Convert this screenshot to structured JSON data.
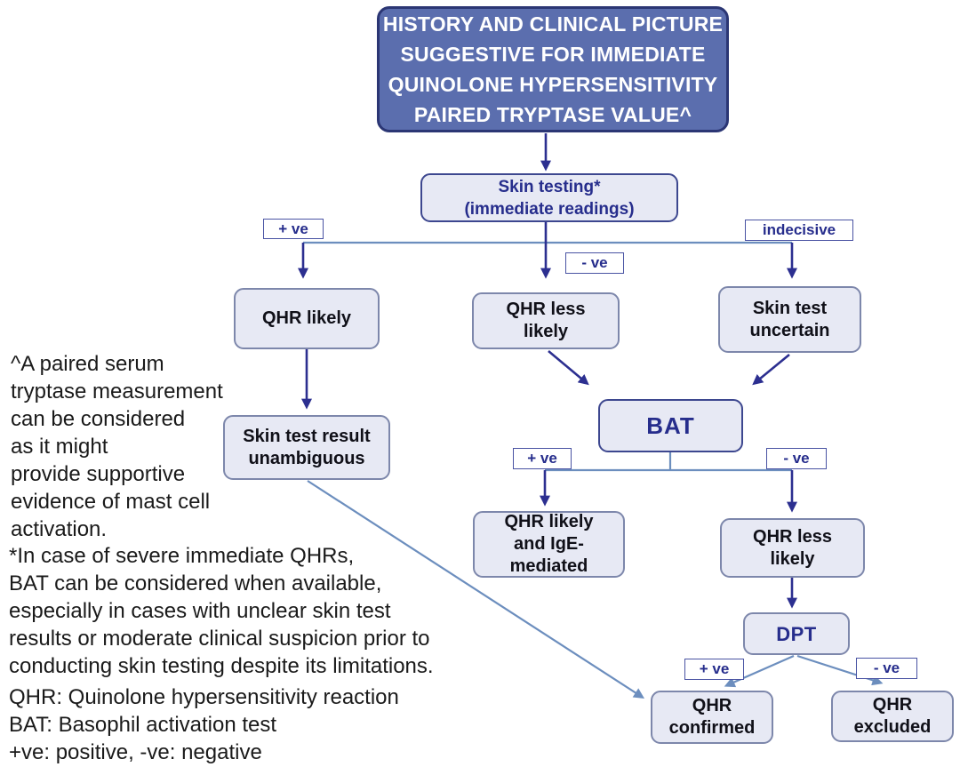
{
  "title": "Quinolone hypersensitivity diagnostic flowchart",
  "colors": {
    "header_fill": "#5b6eae",
    "header_border": "#2b3674",
    "node_fill": "#e7e9f4",
    "node_border_gray": "#7d87ab",
    "node_border_navy": "#3d478f",
    "arrow_navy": "#2c2f90",
    "arrow_steel": "#6c8ebe",
    "text_navy": "#262d8c",
    "text_black": "#101018"
  },
  "header": {
    "text": "HISTORY AND CLINICAL PICTURE\nSUGGESTIVE FOR IMMEDIATE\nQUINOLONE HYPERSENSITIVITY\nPAIRED TRYPTASE VALUE^"
  },
  "nodes": {
    "skin_testing": "Skin testing*\n(immediate readings)",
    "qhr_likely": "QHR likely",
    "qhr_less_likely_center": "QHR less\nlikely",
    "skin_test_uncertain": "Skin test\nuncertain",
    "skin_test_result_unambiguous": "Skin test result\nunambiguous",
    "bat": "BAT",
    "qhr_likely_ige": "QHR likely\nand IgE-\nmediated",
    "qhr_less_likely_bat": "QHR less\nlikely",
    "dpt": "DPT",
    "qhr_confirmed": "QHR\nconfirmed",
    "qhr_excluded": "QHR\nexcluded"
  },
  "edge_labels": {
    "skin_positive": "+ ve",
    "skin_negative": "- ve",
    "skin_indecisive": "indecisive",
    "bat_positive": "+ ve",
    "bat_negative": "- ve",
    "dpt_positive": "+ ve",
    "dpt_negative": "- ve"
  },
  "annotations": {
    "tryptase_note": "^A paired serum\ntryptase measurement\ncan be considered\nas it might\nprovide supportive\nevidence of mast cell\nactivation.",
    "bat_note": "*In case of severe immediate QHRs,\nBAT can be considered when available,\nespecially in cases with unclear skin test\nresults or moderate clinical suspicion prior to\nconducting skin testing despite its limitations.",
    "legend": "QHR: Quinolone hypersensitivity reaction\nBAT: Basophil activation test\n+ve: positive, -ve: negative"
  }
}
